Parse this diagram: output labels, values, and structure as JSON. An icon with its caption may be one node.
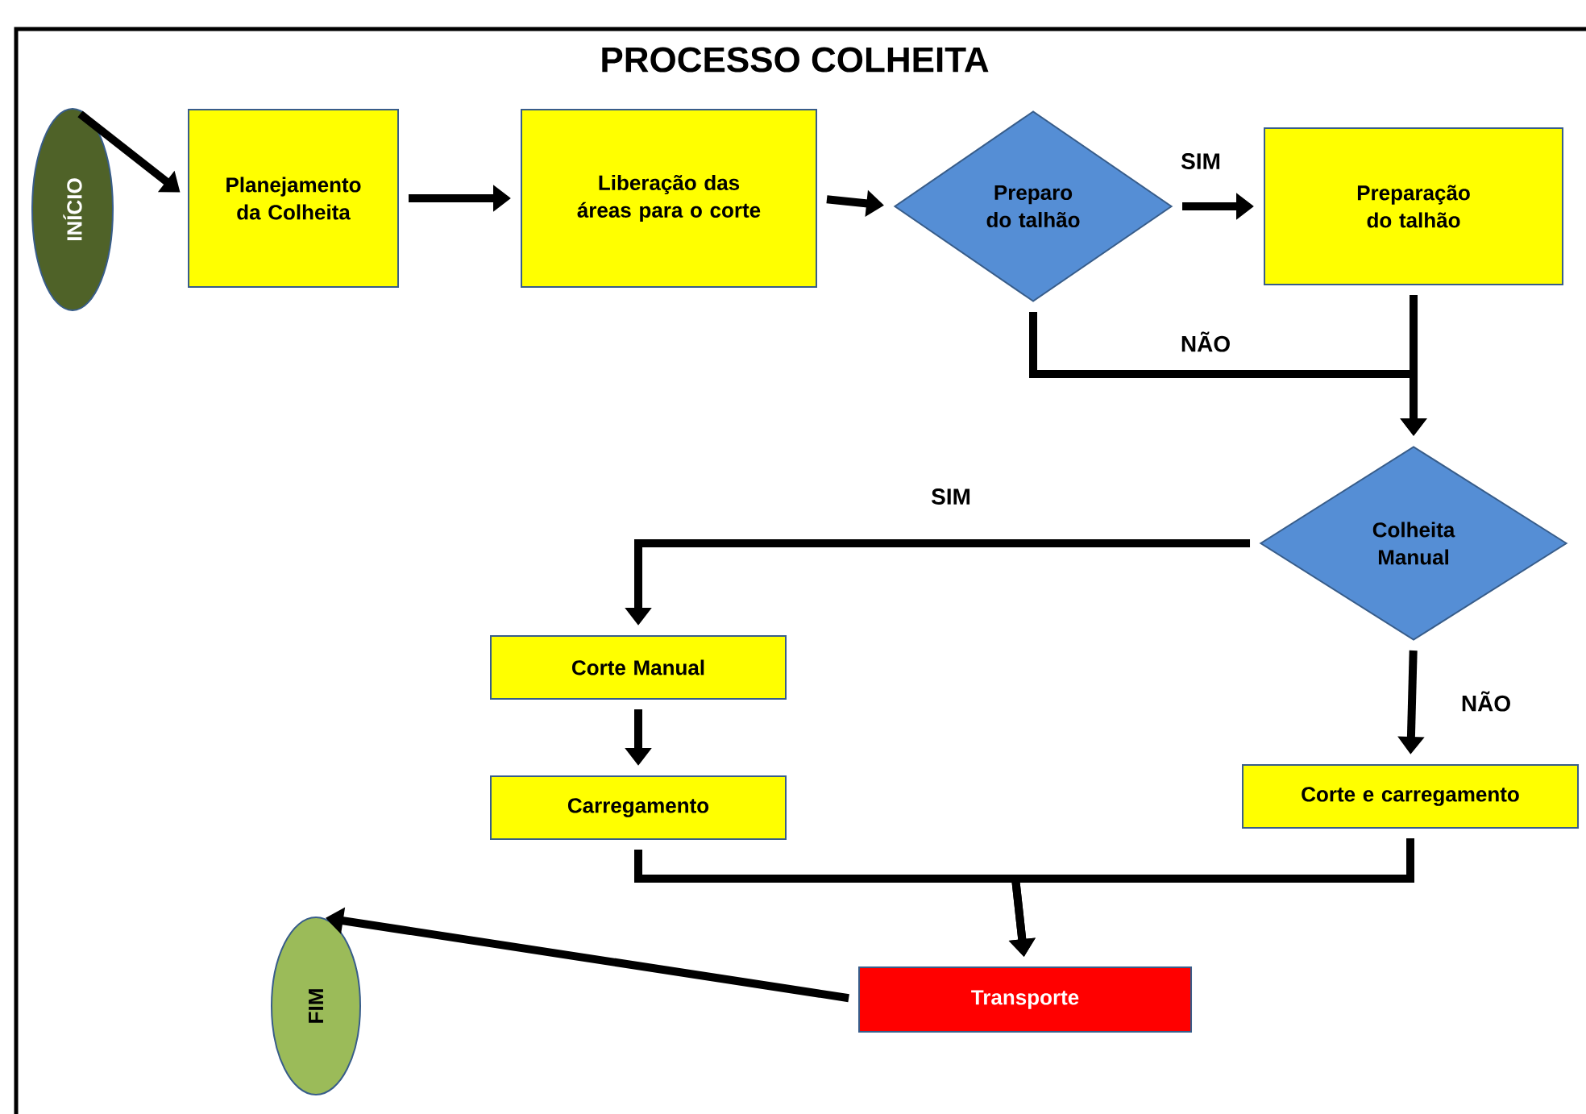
{
  "diagram": {
    "title": "PROCESSO  COLHEITA",
    "nodes": [
      {
        "text": [
          "INÍCIO"
        ]
      },
      {
        "text": [
          "Planejamento da Colheita"
        ]
      },
      {
        "text": [
          "Liberação das áreas para o corte"
        ]
      },
      {
        "text": [
          "Preparo do talhão"
        ]
      },
      {
        "text": [
          "Preparação do talhão"
        ]
      },
      {
        "text": [
          "Colheita Manual"
        ]
      },
      {
        "text": [
          "Corte Manual"
        ]
      },
      {
        "text": [
          "Carregamento"
        ]
      },
      {
        "text": [
          "Corte e carregamento"
        ]
      },
      {
        "text": [
          "Transporte"
        ]
      },
      {
        "text": [
          "FIM"
        ]
      }
    ],
    "edges": [
      {
        "from": 0,
        "to": 1,
        "arrow": "to"
      },
      {
        "from": 1,
        "to": 2,
        "arrow": "to"
      },
      {
        "from": 2,
        "to": 3,
        "arrow": "to"
      },
      {
        "from": 3,
        "to": 4,
        "arrow": "to",
        "label": "SIM"
      },
      {
        "from": 3,
        "to": 5,
        "arrow": "to",
        "label": "NÃO"
      },
      {
        "from": 4,
        "to": 5,
        "arrow": "to"
      },
      {
        "from": 5,
        "to": 6,
        "arrow": "to",
        "label": "SIM"
      },
      {
        "from": 5,
        "to": 8,
        "arrow": "to",
        "label": "NÃO"
      },
      {
        "from": 6,
        "to": 7,
        "arrow": "to"
      },
      {
        "from": 7,
        "to": 9,
        "arrow": "to"
      },
      {
        "from": 8,
        "to": 9,
        "arrow": "to"
      },
      {
        "from": 9,
        "to": 10,
        "arrow": "to"
      }
    ]
  }
}
